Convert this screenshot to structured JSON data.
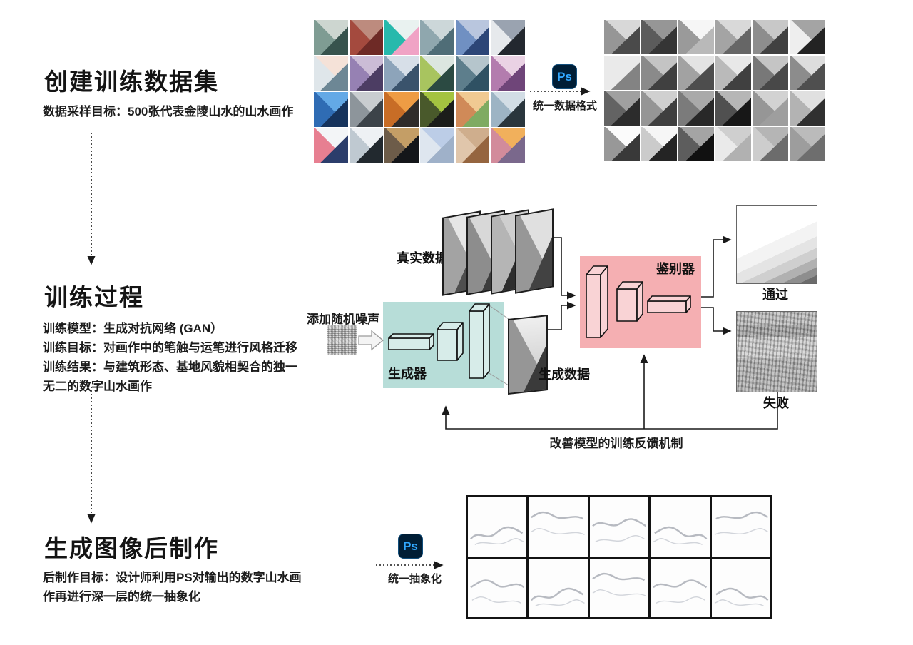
{
  "sections": {
    "dataset": {
      "title": "创建训练数据集",
      "subtitle": "数据采样目标：500张代表金陵山水的山水画作"
    },
    "training": {
      "title": "训练过程",
      "lines": [
        "训练模型：生成对抗网络 (GAN）",
        "训练目标：对画作中的笔触与运笔进行风格迁移",
        "训练结果：与建筑形态、基地风貌相契合的独一无二的数字山水画作"
      ]
    },
    "postprocess": {
      "title": "生成图像后制作",
      "body": "后制作目标：设计师利用PS对输出的数字山水画作再进行深一层的统一抽象化"
    }
  },
  "ps_top": {
    "icon": "Ps",
    "label": "统一数据格式"
  },
  "ps_bottom": {
    "icon": "Ps",
    "label": "统一抽象化"
  },
  "gan": {
    "real_data_label": "真实数据",
    "noise_label": "添加随机噪声",
    "generator_label": "生成器",
    "generated_label": "生成数据",
    "discriminator_label": "鉴别器",
    "pass_label": "通过",
    "fail_label": "失败",
    "feedback_label": "改善模型的训练反馈机制",
    "generator_bg": "#b7ddd8",
    "discriminator_bg": "#f5afb2"
  },
  "colors": {
    "ps_bg": "#001e36",
    "ps_fg": "#31a8ff",
    "line": "#1a1a1a"
  },
  "dataset_grid": {
    "cols": 6,
    "rows": 4,
    "cells": [
      [
        "#cdd6d0",
        "#7f9c93",
        "#37534d"
      ],
      [
        "#bd8b7e",
        "#a44a3e",
        "#6e2a26"
      ],
      [
        "#e9f2f0",
        "#27b9ac",
        "#f0a3c5"
      ],
      [
        "#ccd7d9",
        "#8fa7ae",
        "#4f6d77"
      ],
      [
        "#b9c6de",
        "#7090c2",
        "#2c4677"
      ],
      [
        "#9aa3b0",
        "#e6e9ec",
        "#23282f"
      ],
      [
        "#f5e2d8",
        "#dfe6ea",
        "#6d8795"
      ],
      [
        "#cbbcd6",
        "#9681b3",
        "#4c3d63"
      ],
      [
        "#d7dfe8",
        "#8da4ba",
        "#3a536c"
      ],
      [
        "#dce6e0",
        "#a8c45f",
        "#2b4a42"
      ],
      [
        "#b5c5cc",
        "#5d7e8c",
        "#2f5163"
      ],
      [
        "#ead2e4",
        "#b37cae",
        "#6f4579"
      ],
      [
        "#63a9e6",
        "#2f6cb4",
        "#16335c"
      ],
      [
        "#c9cdd0",
        "#8d959b",
        "#3c4349"
      ],
      [
        "#ee9c44",
        "#c86d26",
        "#2f2c2a"
      ],
      [
        "#a4c340",
        "#49592b",
        "#1b1d1a"
      ],
      [
        "#f0ca92",
        "#d08a58",
        "#7fab62"
      ],
      [
        "#d2dde5",
        "#9db4c4",
        "#2a363d"
      ],
      [
        "#f3f5f7",
        "#e77f91",
        "#2b3d6b"
      ],
      [
        "#eef1f4",
        "#bfc9d1",
        "#22292f"
      ],
      [
        "#c49e66",
        "#6d5c49",
        "#141619"
      ],
      [
        "#bccde7",
        "#dee6ef",
        "#9fb1c9"
      ],
      [
        "#cfae8d",
        "#e0c6ab",
        "#95653f"
      ],
      [
        "#f1b05c",
        "#d28b9b",
        "#7a688c"
      ]
    ]
  },
  "sketch_grid": {
    "cols": 5,
    "rows": 2
  }
}
